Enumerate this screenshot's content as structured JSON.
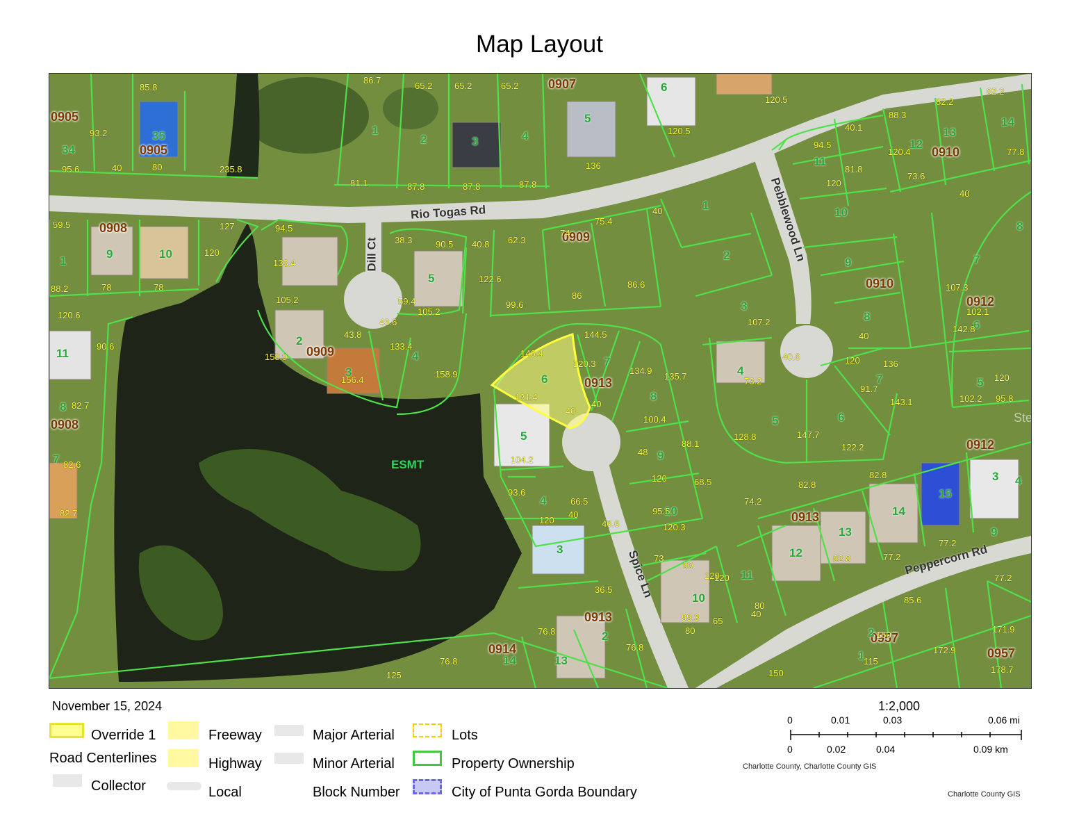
{
  "title": "Map Layout",
  "date": "November 15, 2024",
  "map": {
    "streets": [
      "Rio Togas Rd",
      "Dill Ct",
      "Pebblewood Ln",
      "Spice Ln",
      "Peppercorn Rd"
    ],
    "easement_label": "ESMT",
    "block_numbers": [
      "0905",
      "0905",
      "0907",
      "0908",
      "0908",
      "0909",
      "0909",
      "0910",
      "0910",
      "0912",
      "0912",
      "0913",
      "0913",
      "0913",
      "0914",
      "0957",
      "0957"
    ],
    "lot_numbers": [
      "35",
      "34",
      "1",
      "2",
      "3",
      "4",
      "5",
      "6",
      "12",
      "13",
      "14",
      "11",
      "10",
      "9",
      "8",
      "7",
      "6",
      "5",
      "4",
      "3",
      "2",
      "1",
      "14",
      "15",
      "13",
      "12",
      "11",
      "10",
      "9",
      "8",
      "7",
      "6",
      "5",
      "4",
      "3",
      "2",
      "1",
      "13",
      "14",
      "10",
      "9",
      "8",
      "7",
      "6",
      "5",
      "4",
      "3",
      "2",
      "1",
      "9",
      "10",
      "11",
      "8",
      "7",
      "3",
      "2",
      "4",
      "5"
    ],
    "dimensions": [
      "85.8",
      "86.7",
      "65.2",
      "65.2",
      "65.2",
      "93.2",
      "95.6",
      "40",
      "80",
      "235.8",
      "81.1",
      "87.8",
      "87.8",
      "87.8",
      "136",
      "120.5",
      "120.5",
      "88.3",
      "82.2",
      "82.2",
      "120.4",
      "77.8",
      "73.6",
      "94.5",
      "40.1",
      "81.8",
      "120",
      "59.5",
      "88.2",
      "120.6",
      "90.6",
      "82.7",
      "82.6",
      "82.7",
      "94.5",
      "127",
      "120",
      "78",
      "78",
      "38.3",
      "90.5",
      "40.8",
      "62.3",
      "75.4",
      "74",
      "40",
      "99.6",
      "86",
      "86.6",
      "122.6",
      "59.4",
      "105.2",
      "133.4",
      "105.2",
      "43.6",
      "43.8",
      "133.4",
      "158.9",
      "158.9",
      "156.4",
      "146.4",
      "144.5",
      "120.3",
      "131.4",
      "40",
      "40",
      "134.9",
      "135.7",
      "100.4",
      "104.2",
      "93.6",
      "66.5",
      "120",
      "48",
      "88.1",
      "120",
      "68.5",
      "95.5",
      "120.3",
      "120",
      "80",
      "90",
      "99.3",
      "65",
      "40.6",
      "107.2",
      "73.2",
      "128.8",
      "147.7",
      "122.2",
      "143.1",
      "91.7",
      "136",
      "120",
      "40",
      "40",
      "107.3",
      "142.8",
      "102.1",
      "102.2",
      "95.8",
      "120",
      "74.2",
      "82.8",
      "82.8",
      "82.8",
      "77.2",
      "77.2",
      "77.2",
      "85.6",
      "160",
      "150",
      "115",
      "172.9",
      "171.9",
      "178.7",
      "125",
      "76.8",
      "76.8",
      "76.8",
      "36.5",
      "46.6",
      "73",
      "40",
      "40",
      "120",
      "80",
      "99.3"
    ],
    "watermark": "StellarMLS",
    "colors": {
      "water": "#1e2418",
      "grass": "#6f8a3c",
      "road": "#d9d9d4",
      "parcel_line": "#4fe04a",
      "dimension_text": "#ffff40",
      "lot_text": "#2aa83a",
      "block_text": "#7a3a00",
      "highlight": "#ffff80"
    }
  },
  "legend": {
    "override": "Override 1",
    "road_centerlines": "Road Centerlines",
    "collector": "Collector",
    "freeway": "Freeway",
    "highway": "Highway",
    "local": "Local",
    "major_arterial": "Major Arterial",
    "minor_arterial": "Minor Arterial",
    "block_number": "Block Number",
    "lots": "Lots",
    "property_ownership": "Property Ownership",
    "city_boundary": "City of Punta Gorda Boundary"
  },
  "scale": {
    "ratio": "1:2,000",
    "mi_labels": [
      "0",
      "0.01",
      "0.03",
      "0.06 mi"
    ],
    "km_labels": [
      "0",
      "0.02",
      "0.04",
      "0.09 km"
    ],
    "source_small": "Charlotte County, Charlotte County GIS",
    "source_bottom": "Charlotte County GIS"
  }
}
